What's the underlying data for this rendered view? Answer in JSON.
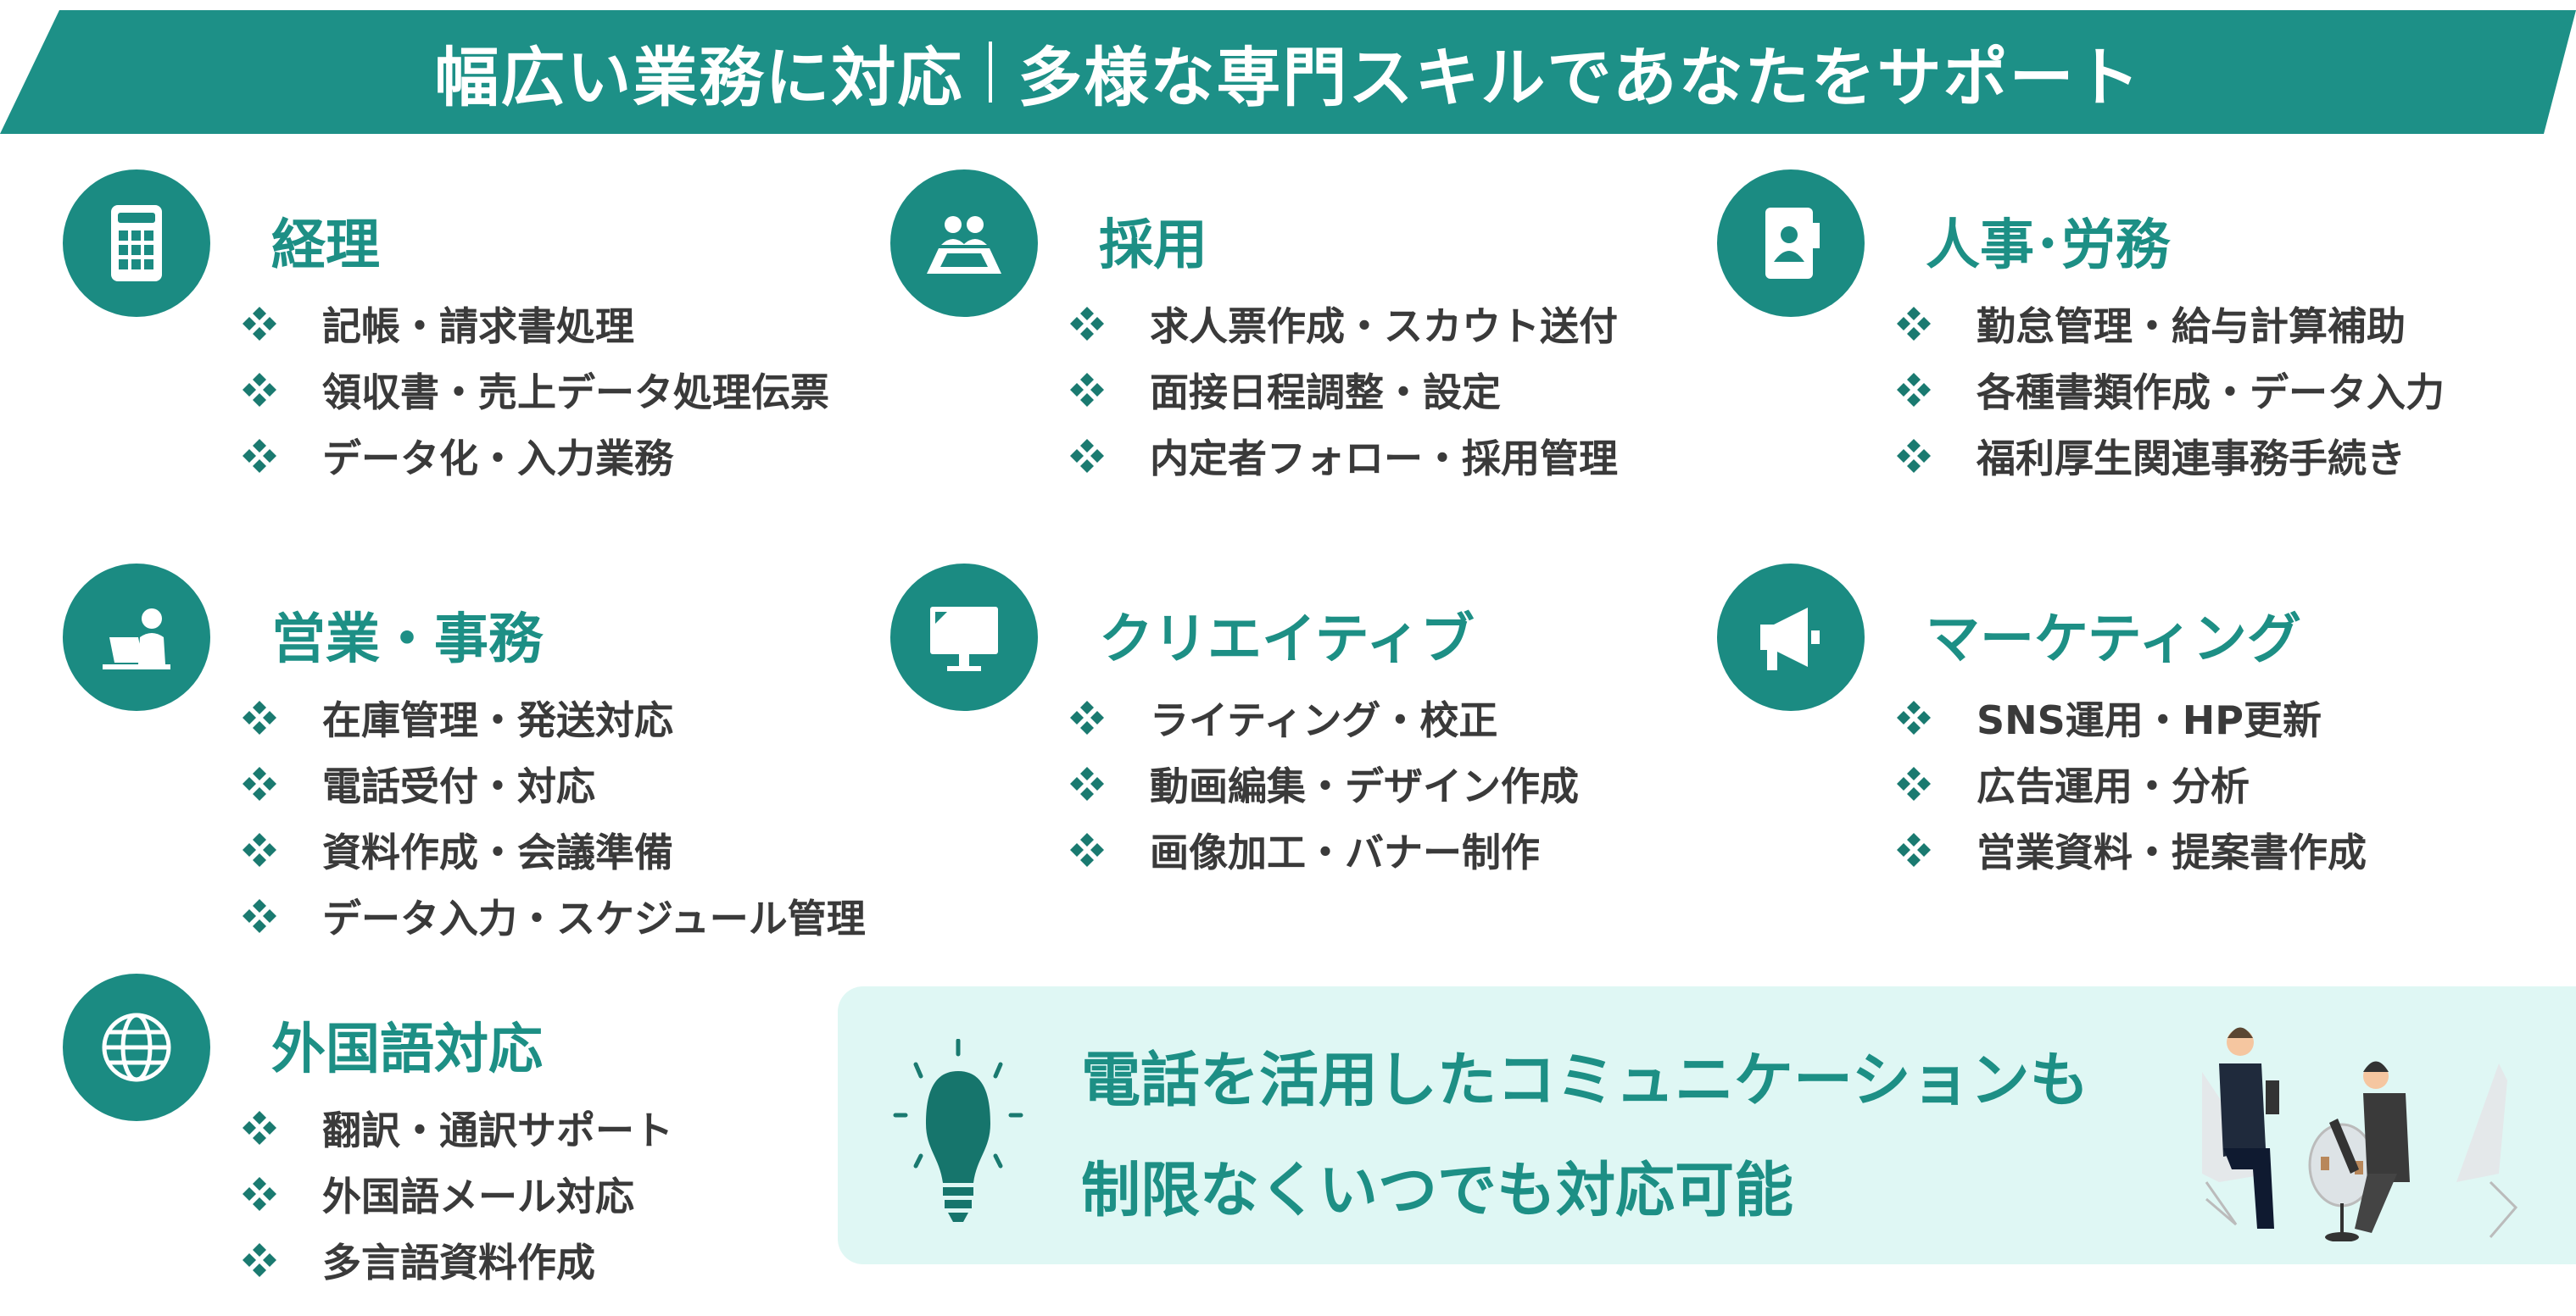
{
  "banner": {
    "title_left": "幅広い業務に対応",
    "title_right": "多様な専門スキルであなたをサポート"
  },
  "categories": [
    {
      "title": "経理",
      "icon": "calculator-icon",
      "items": [
        "記帳・請求書処理",
        "領収書・売上データ処理伝票",
        "データ化・入力業務"
      ]
    },
    {
      "title": "採用",
      "icon": "interview-icon",
      "items": [
        "求人票作成・スカウト送付",
        "面接日程調整・設定",
        "内定者フォロー・採用管理"
      ]
    },
    {
      "title": "人事･労務",
      "icon": "employee-file-icon",
      "items": [
        "勤怠管理・給与計算補助",
        "各種書類作成・データ入力",
        "福利厚生関連事務手続き"
      ]
    },
    {
      "title": "営業・事務",
      "icon": "office-worker-icon",
      "items": [
        "在庫管理・発送対応",
        "電話受付・対応",
        "資料作成・会議準備",
        "データ入力・スケジュール管理"
      ]
    },
    {
      "title": "クリエイティブ",
      "icon": "monitor-icon",
      "items": [
        "ライティング・校正",
        "動画編集・デザイン作成",
        "画像加工・バナー制作"
      ]
    },
    {
      "title": "マーケティング",
      "icon": "megaphone-icon",
      "items": [
        "SNS運用・HP更新",
        "広告運用・分析",
        "営業資料・提案書作成"
      ]
    },
    {
      "title": "外国語対応",
      "icon": "globe-icon",
      "items": [
        "翻訳・通訳サポート",
        "外国語メール対応",
        "多言語資料作成"
      ]
    }
  ],
  "callout": {
    "line1": "電話を活用したコミュニケーションも",
    "line2": "制限なくいつでも対応可能"
  },
  "colors": {
    "banner": "#1d9087",
    "accent": "#1b8b82",
    "callout_bg": "#dff7f4",
    "text": "#3a3a3a"
  }
}
